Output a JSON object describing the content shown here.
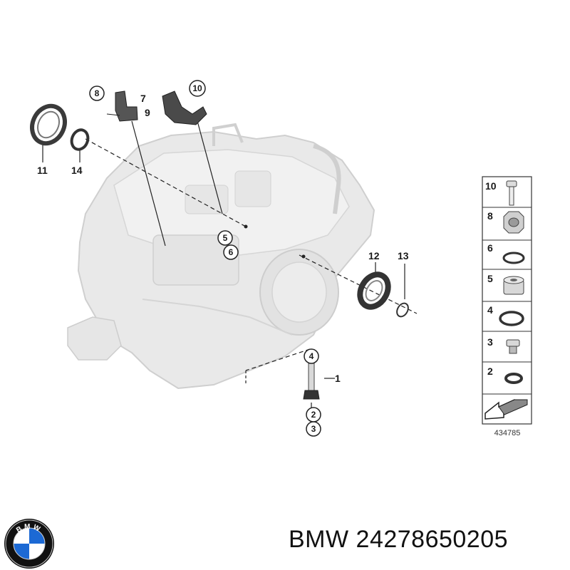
{
  "callouts": {
    "c1": "1",
    "c2": "2",
    "c3": "3",
    "c4": "4",
    "c5": "5",
    "c6": "6",
    "c7": "7",
    "c8": "8",
    "c9": "9",
    "c10": "10",
    "c11": "11",
    "c12": "12",
    "c13": "13",
    "c14": "14"
  },
  "legend": {
    "rows": [
      "10",
      "8",
      "6",
      "5",
      "4",
      "3",
      "2"
    ],
    "diagram_number": "434785"
  },
  "caption": "BMW 24278650205",
  "logo": {
    "letters": "BMW",
    "colors": {
      "blue": "#1c69d4",
      "ring": "#111111",
      "white": "#ffffff"
    }
  }
}
